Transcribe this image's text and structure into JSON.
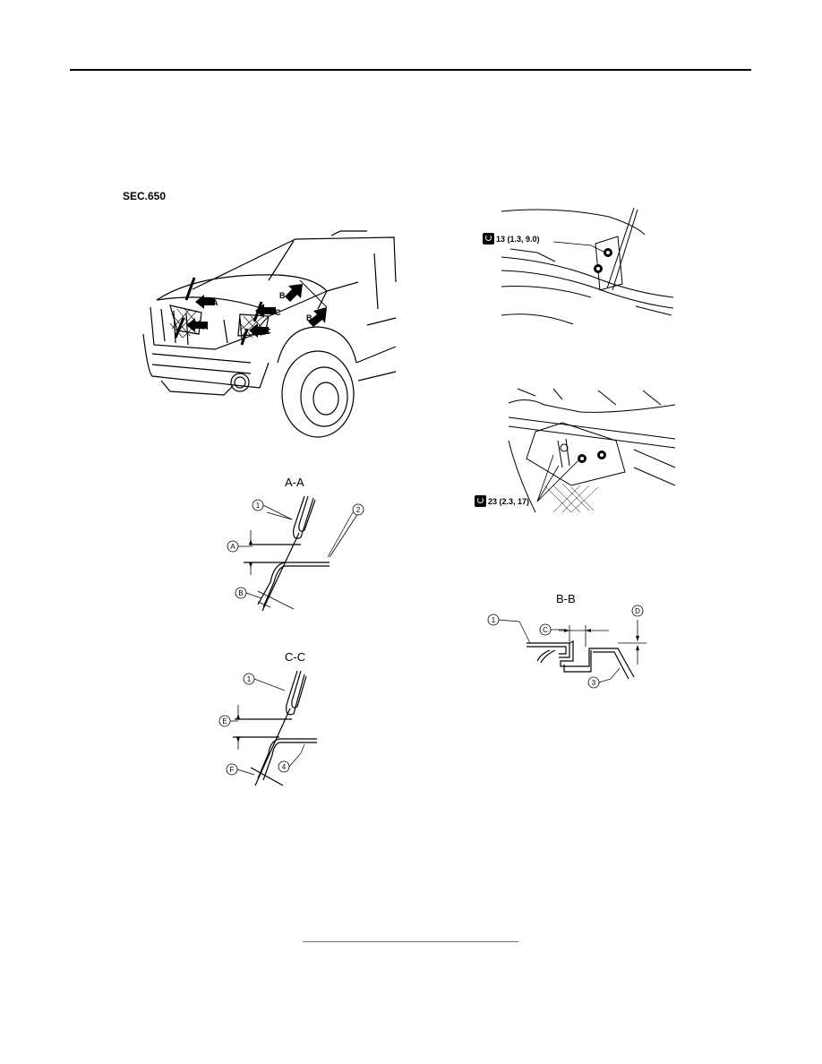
{
  "section_code": "SEC.650",
  "figures": {
    "section_titles": {
      "aa": "A-A",
      "cc": "C-C",
      "bb": "B-B"
    },
    "callouts": {
      "aa": {
        "part1": "1",
        "part2": "2",
        "dimA": "A",
        "dimB": "B"
      },
      "cc": {
        "part1": "1",
        "part4": "4",
        "dimE": "E",
        "dimF": "F"
      },
      "bb": {
        "part1": "1",
        "part3": "3",
        "dimC": "C",
        "dimD": "D"
      }
    },
    "vehicle_arrows": [
      "A",
      "A",
      "B",
      "B",
      "C",
      "C"
    ],
    "torque": {
      "hinge": "13 (1.3, 9.0)",
      "lock": "23 (2.3, 17)"
    }
  },
  "colors": {
    "rule": "#000000",
    "link_underline": "#2ea43a"
  },
  "icons": {
    "torque": "torque-wrench-icon"
  }
}
